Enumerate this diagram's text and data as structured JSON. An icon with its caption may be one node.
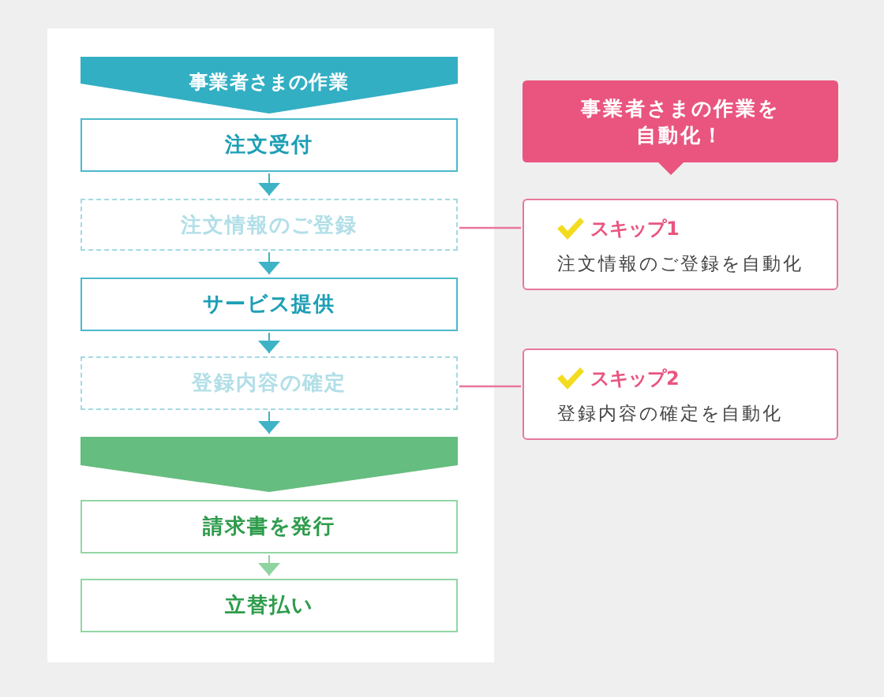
{
  "diagram": {
    "nodes": [
      {
        "text": [
          "事業者さまの作業"
        ]
      },
      {
        "text": [
          "注文受付"
        ]
      },
      {
        "text": [
          "注文情報のご登録"
        ]
      },
      {
        "text": [
          "サービス提供"
        ]
      },
      {
        "text": [
          "登録内容の確定"
        ]
      },
      {
        "text": [],
        "shape": "banner"
      },
      {
        "text": [
          "請求書を発行"
        ]
      },
      {
        "text": [
          "立替払い"
        ]
      },
      {
        "text": [
          "事業者さまの作業を自動化！"
        ]
      },
      {
        "text": [
          "スキップ1",
          "注文情報のご登録を自動化"
        ]
      },
      {
        "text": [
          "スキップ2",
          "登録内容の確定を自動化"
        ]
      }
    ],
    "edges": [
      {
        "from": 1,
        "to": 2,
        "arrow": "to"
      },
      {
        "from": 2,
        "to": 3,
        "arrow": "to"
      },
      {
        "from": 3,
        "to": 4,
        "arrow": "to"
      },
      {
        "from": 4,
        "to": 5,
        "arrow": "to"
      },
      {
        "from": 6,
        "to": 7,
        "arrow": "to",
        "color": "#8fd3a0"
      },
      {
        "from": 2,
        "to": 9,
        "arrow": "none",
        "color": "#e8779a"
      },
      {
        "from": 4,
        "to": 10,
        "arrow": "none",
        "color": "#e8779a"
      }
    ]
  }
}
